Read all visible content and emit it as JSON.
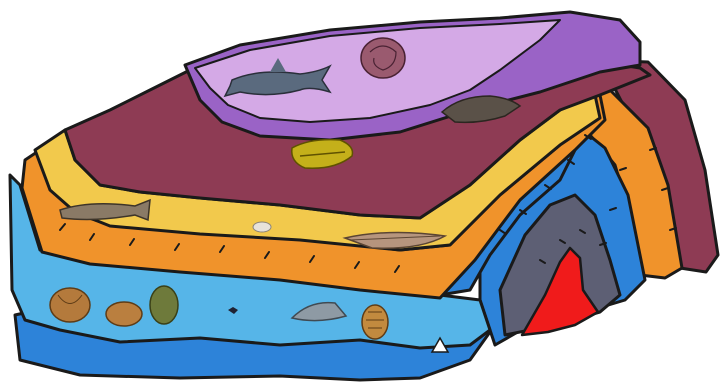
{
  "diagram": {
    "kind": "geologic-cross-section-block",
    "colors": {
      "purple_top": "#c9a0dc",
      "purple_mid": "#9a63c6",
      "maroon": "#8e3b54",
      "yellow": "#f2c94c",
      "orange": "#f0932b",
      "light_blue": "#56b5e8",
      "mid_blue": "#2d83d9",
      "dark_blue": "#1e5fb5",
      "slate": "#5d5f74",
      "magma_red": "#f01b1b",
      "outline": "#1a1a1a"
    },
    "fossils": [
      "shark-fossil",
      "ammonite-fossil",
      "mammal-skull-fossil",
      "fish-jaw-fossil",
      "fish-fossil",
      "fern-leaf-fossil",
      "small-crustacean-fossil",
      "shell-fossil-1",
      "shell-fossil-2",
      "shell-fossil-3",
      "small-worm-fossil",
      "crinoid-fossil",
      "trilobite-fossil"
    ]
  }
}
